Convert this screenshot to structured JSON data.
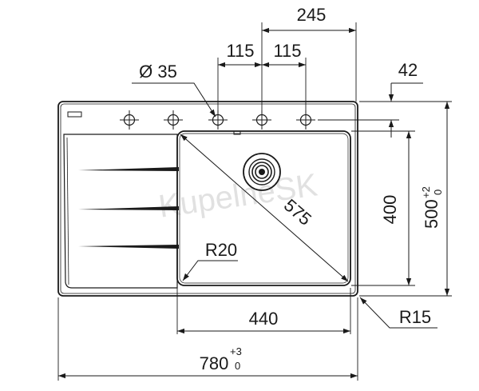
{
  "watermark": "KupelneSK",
  "dimensions": {
    "total_width": "780",
    "total_width_tol_upper": "+3",
    "total_width_tol_lower": "0",
    "total_depth": "500",
    "total_depth_tol_upper": "+2",
    "total_depth_tol_lower": "0",
    "bowl_width": "440",
    "bowl_depth": "400",
    "bowl_diagonal": "575",
    "bowl_corner_radius": "R20",
    "outer_corner_radius": "R15",
    "tap_hole_diameter": "Ø 35",
    "tap_hole_spacing_left": "115",
    "tap_hole_spacing_right": "115",
    "tap_offset_from_edge": "245",
    "tap_row_from_back": "42"
  },
  "colors": {
    "line": "#1a1a1a",
    "background": "#ffffff"
  }
}
